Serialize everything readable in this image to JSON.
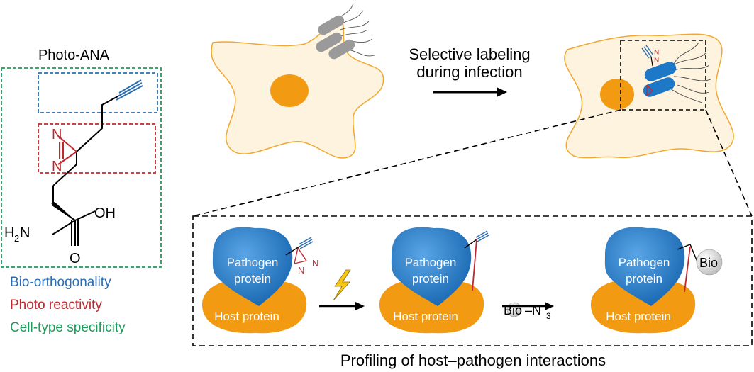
{
  "molecule": {
    "title": "Photo-ANA",
    "atom_n1": "N",
    "atom_n2": "N",
    "amine_h": "H",
    "amine_sub": "2",
    "amine_n": "N",
    "hydroxyl": "OH",
    "oxygen": "O"
  },
  "legend": [
    {
      "label": "Bio-orthogonality",
      "color": "#2a6db3"
    },
    {
      "label": "Photo reactivity",
      "color": "#c0272d"
    },
    {
      "label": "Cell-type specificity",
      "color": "#1f9a5a"
    }
  ],
  "top_flow": {
    "step_line1": "Selective labeling",
    "step_line2": "during infection"
  },
  "labeled_pathogen": {
    "atom_n1": "N",
    "atom_n2": "N"
  },
  "panels": [
    {
      "pathogen_line1": "Pathogen",
      "pathogen_line2": "protein",
      "host": "Host protein",
      "diazirine_n1": "N",
      "diazirine_n2": "N"
    },
    {
      "pathogen_line1": "Pathogen",
      "pathogen_line2": "protein",
      "host": "Host protein"
    },
    {
      "pathogen_line1": "Pathogen",
      "pathogen_line2": "protein",
      "host": "Host protein",
      "tag": "Bio"
    }
  ],
  "reagent": {
    "text": "Bio",
    "dash": "–N",
    "sub": "3"
  },
  "caption": "Profiling of host–pathogen interactions",
  "colors": {
    "cell_fill": "#fdf3df",
    "cell_stroke": "#f0a830",
    "nucleus": "#f29a12",
    "pathogen_blue": "#1e78c8",
    "host_orange": "#f29a12",
    "bacteria_gray": "#9a9a9a",
    "crosslink": "#c0272d",
    "lightning": "#f5c518"
  }
}
